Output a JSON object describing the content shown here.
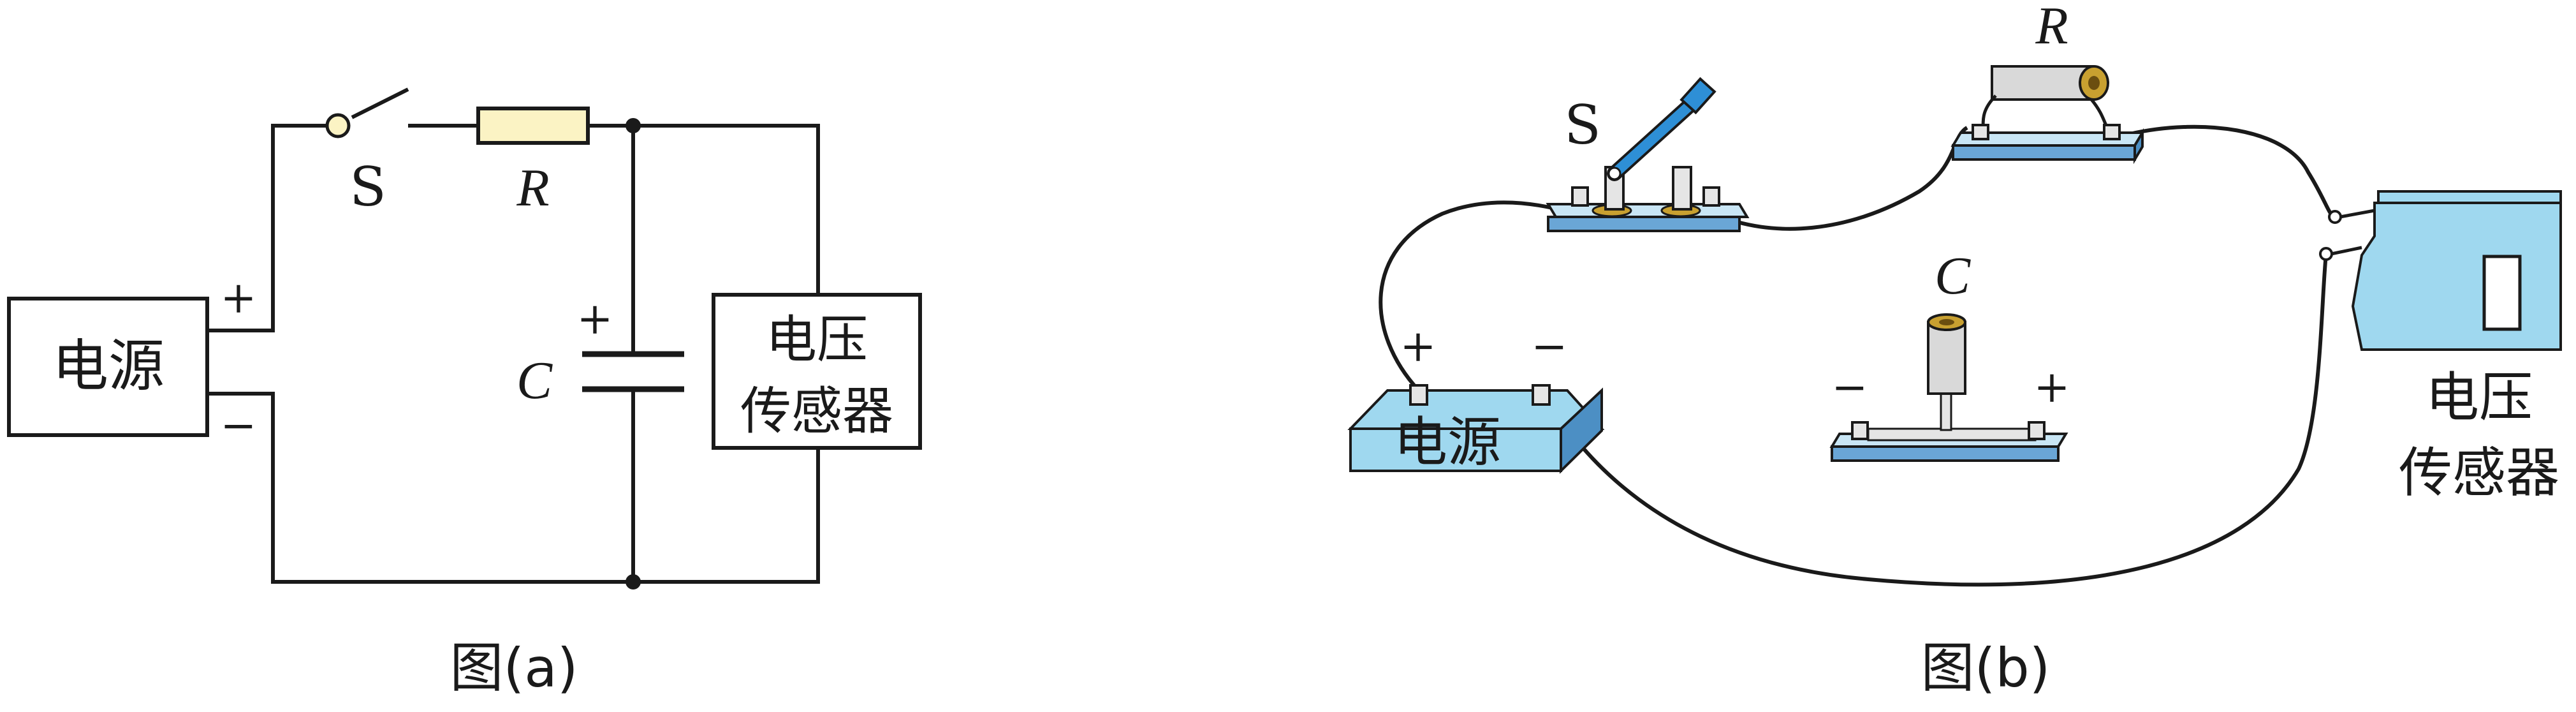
{
  "figure_a": {
    "caption": "图(a)",
    "power_label": "电源",
    "plus_sign": "+",
    "minus_sign": "−",
    "switch_label": "S",
    "resistor_label": "R",
    "capacitor_label": "C",
    "capacitor_plus": "+",
    "sensor_line1": "电压",
    "sensor_line2": "传感器"
  },
  "figure_b": {
    "caption": "图(b)",
    "switch_label": "S",
    "resistor_label": "R",
    "capacitor_label": "C",
    "capacitor_minus": "−",
    "capacitor_plus": "+",
    "battery_label": "电源",
    "battery_plus": "+",
    "battery_minus": "−",
    "sensor_line1": "电压",
    "sensor_line2": "传感器"
  },
  "colors": {
    "line": "#1a1a1a",
    "resistor_fill": "#fbf3c4",
    "device_blue": "#9fd8ef",
    "device_blue_dark": "#4c8fc4",
    "metal": "#d9d9d9",
    "switch_handle": "#2e8fd6",
    "gold": "#c8a030"
  }
}
